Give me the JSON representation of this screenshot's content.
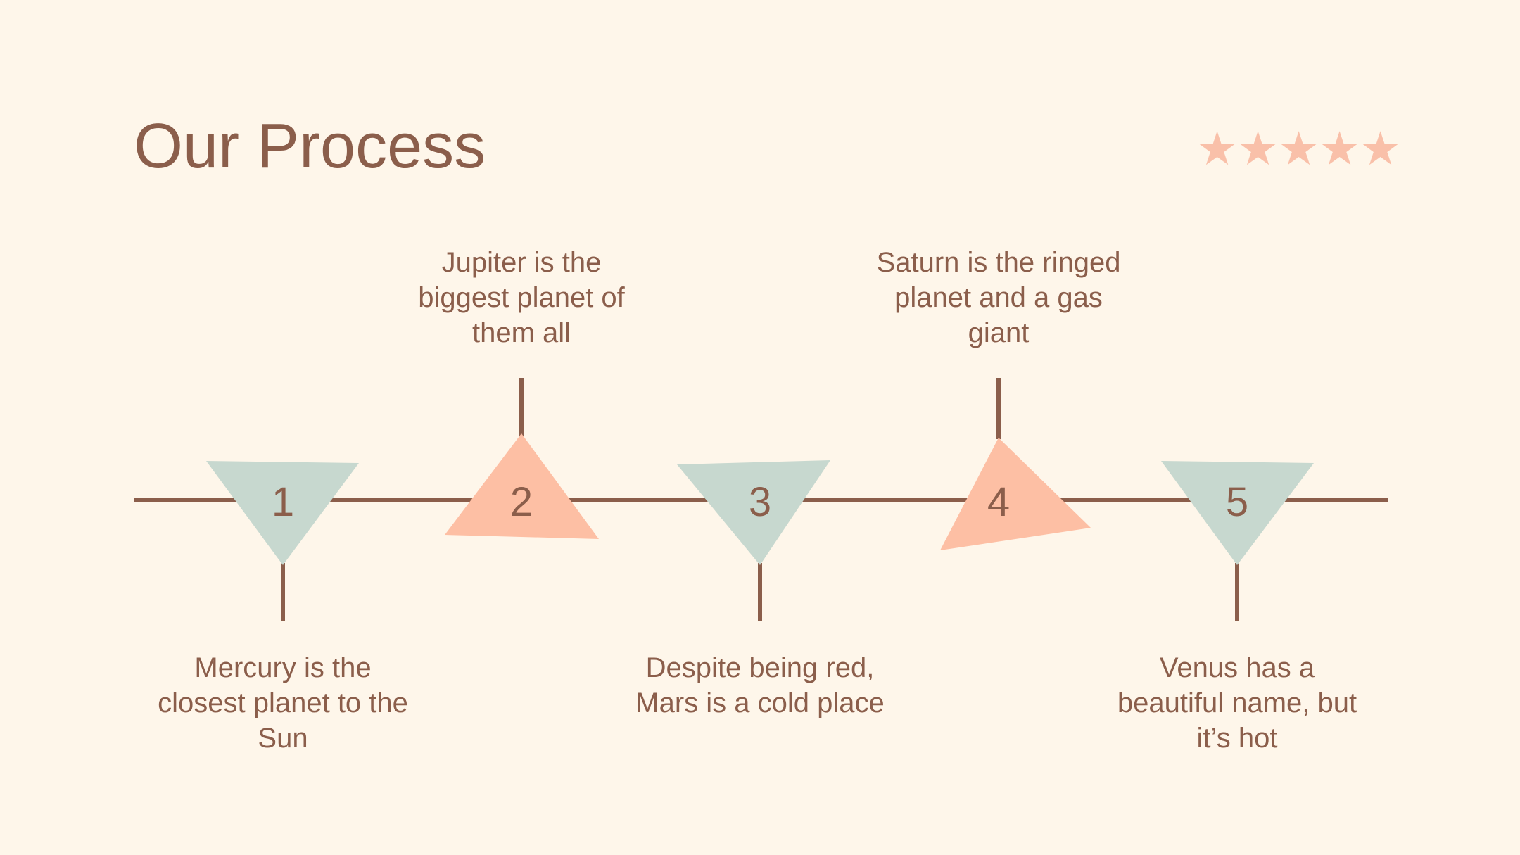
{
  "title": "Our Process",
  "rating": {
    "stars": 5,
    "icon": "star-icon",
    "color": "#F9C0A9"
  },
  "colors": {
    "background": "#FEF6EA",
    "text": "#8B5E4B",
    "line": "#8B5E4B",
    "teal": "#C7D8CF",
    "salmon": "#FDBFA4"
  },
  "steps": [
    {
      "number": "1",
      "description": "Mercury is the closest planet to the Sun"
    },
    {
      "number": "2",
      "description": "Jupiter is the biggest planet of them all"
    },
    {
      "number": "3",
      "description": "Despite being red, Mars is a cold place"
    },
    {
      "number": "4",
      "description": "Saturn is the ringed planet and a gas giant"
    },
    {
      "number": "5",
      "description": "Venus has a beautiful name, but it’s hot"
    }
  ]
}
